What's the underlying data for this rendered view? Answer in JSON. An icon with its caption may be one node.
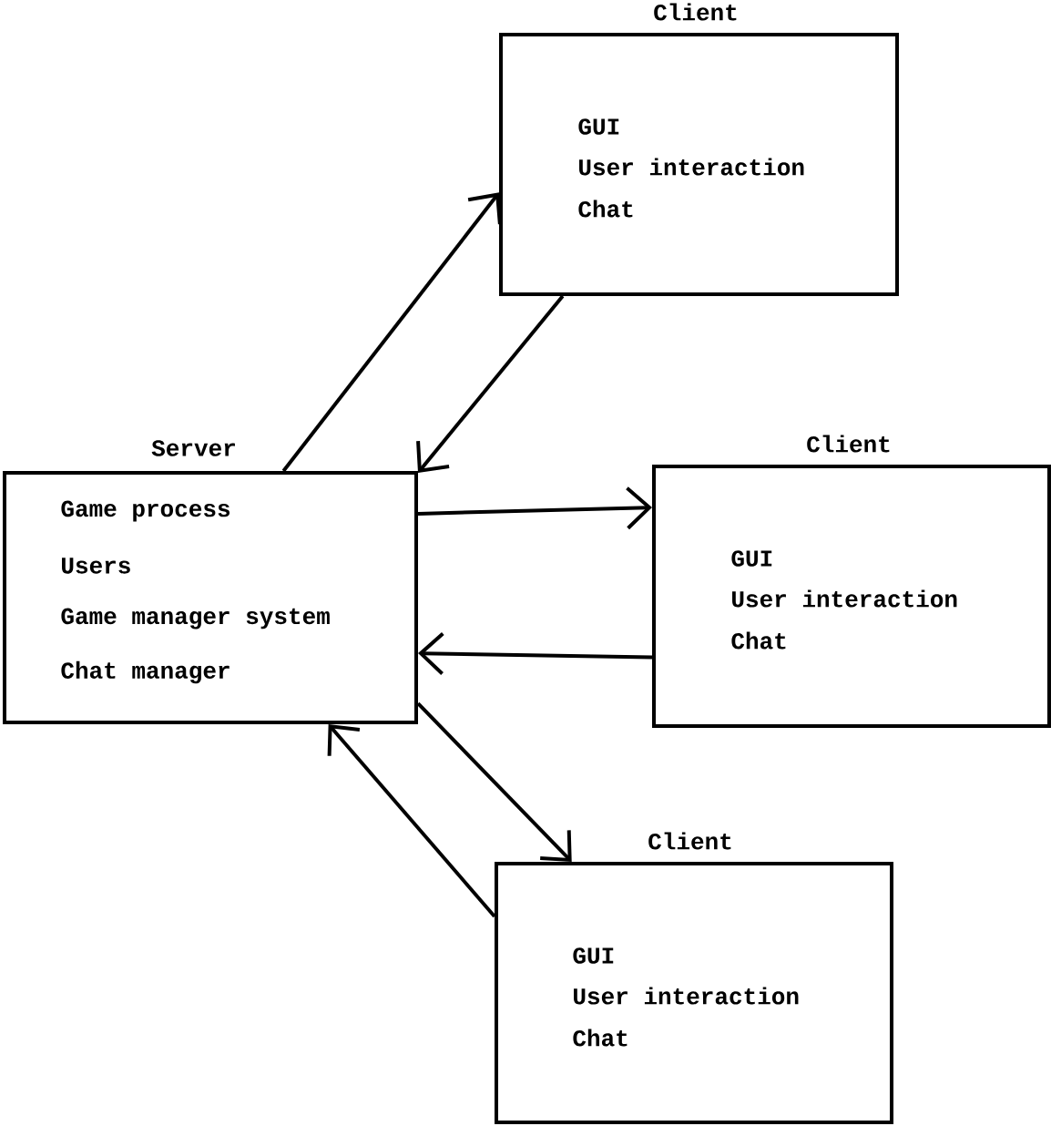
{
  "diagram": {
    "nodes": [
      {
        "text": [
          "Server",
          "Game process",
          "Users",
          "Game manager system",
          "Chat manager"
        ]
      },
      {
        "text": [
          "Client",
          "GUI",
          "User interaction",
          "Chat"
        ]
      },
      {
        "text": [
          "Client",
          "GUI",
          "User interaction",
          "Chat"
        ]
      },
      {
        "text": [
          "Client",
          "GUI",
          "User interaction",
          "Chat"
        ]
      }
    ],
    "edges": [
      {
        "from": 0,
        "to": 1,
        "arrow": "to"
      },
      {
        "from": 1,
        "to": 0,
        "arrow": "to"
      },
      {
        "from": 0,
        "to": 2,
        "arrow": "to"
      },
      {
        "from": 2,
        "to": 0,
        "arrow": "to"
      },
      {
        "from": 0,
        "to": 3,
        "arrow": "to"
      },
      {
        "from": 3,
        "to": 0,
        "arrow": "to"
      }
    ]
  }
}
